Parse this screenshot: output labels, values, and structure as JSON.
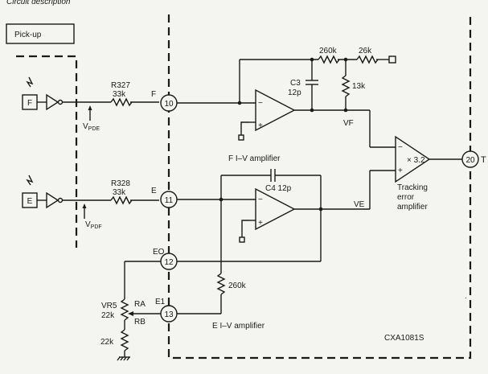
{
  "heading": "Circuit description",
  "pickup_label": "Pick-up",
  "chip_label": "CXA1081S",
  "right_edge_label": "T",
  "photodiodes": {
    "f": {
      "label": "F",
      "resistor": "R327",
      "value": "33k",
      "voltage": "V",
      "voltage_sub": "PDE"
    },
    "e": {
      "label": "E",
      "resistor": "R328",
      "value": "33k",
      "voltage": "V",
      "voltage_sub": "PDF"
    }
  },
  "pins": [
    {
      "number": "10",
      "name": "F"
    },
    {
      "number": "11",
      "name": "E"
    },
    {
      "number": "12",
      "name": "EO"
    },
    {
      "number": "13",
      "name": "E1"
    },
    {
      "number": "20",
      "name": ""
    }
  ],
  "components": {
    "c3_name": "C3",
    "c3_value": "12p",
    "c4": "C4 12p",
    "r_260k_top": "260k",
    "r_26k": "26k",
    "r_13k": "13k",
    "r_260k_mid": "260k",
    "vr5_name": "VR5",
    "vr5_value": "22k",
    "r_22k_bottom": "22k",
    "ra": "RA",
    "rb": "RB"
  },
  "amplifiers": {
    "f_iv": "F I–V amplifier",
    "e_iv": "E I–V  amplifier",
    "tracking_lines": [
      "Tracking",
      "error",
      "amplifier"
    ],
    "gain": "× 3.2"
  },
  "nets": {
    "vf": "VF",
    "ve": "VE"
  },
  "signs": {
    "minus": "−",
    "plus": "+"
  }
}
